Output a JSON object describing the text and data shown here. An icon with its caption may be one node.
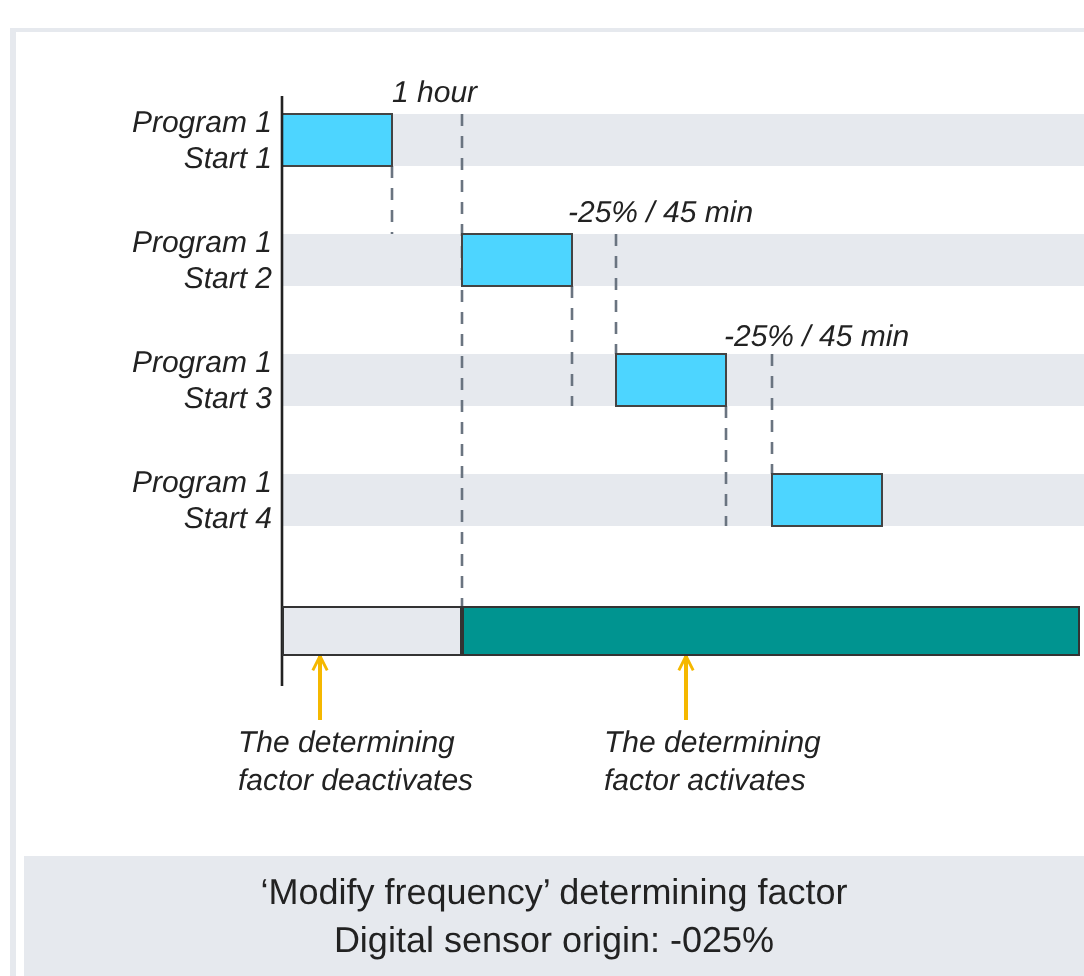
{
  "diagram": {
    "nodes": [
      {
        "text": [],
        "shape": "bar"
      },
      {
        "text": [],
        "shape": "bar"
      },
      {
        "text": [
          "The determining factor deactivates"
        ]
      },
      {
        "text": [
          "The determining factor activates"
        ]
      },
      {
        "text": [
          "‘Modify frequency’ determining factor",
          "Digital sensor origin: -025%"
        ]
      }
    ],
    "edges": [
      {
        "from": 2,
        "to": 0,
        "arrow": "to"
      },
      {
        "from": 3,
        "to": 1,
        "arrow": "to"
      }
    ],
    "labels": [
      "Program 1 Start 1",
      "1 hour",
      "Program 1 Start 2",
      "-25% / 45 min",
      "Program 1 Start 3",
      "-25% / 45 min",
      "Program 1 Start 4"
    ]
  }
}
